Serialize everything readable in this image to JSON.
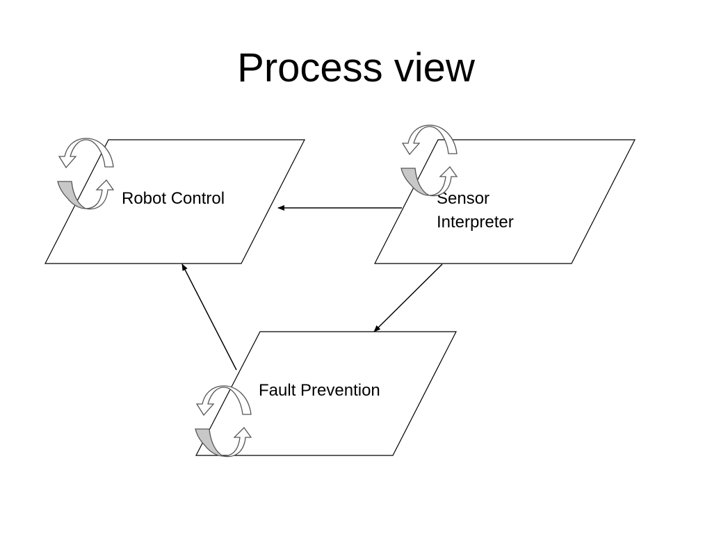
{
  "slide": {
    "title": "Process view"
  },
  "diagram": {
    "nodes": [
      {
        "id": "robot-control",
        "label_lines": [
          "Robot Control"
        ],
        "icon": "cycle-icon"
      },
      {
        "id": "sensor-interpreter",
        "label_lines": [
          "Sensor",
          "Interpreter"
        ],
        "icon": "cycle-icon"
      },
      {
        "id": "fault-prevention",
        "label_lines": [
          "Fault Prevention"
        ],
        "icon": "cycle-icon"
      }
    ],
    "edges": [
      {
        "from": "sensor-interpreter",
        "to": "robot-control"
      },
      {
        "from": "sensor-interpreter",
        "to": "fault-prevention"
      },
      {
        "from": "fault-prevention",
        "to": "robot-control"
      }
    ],
    "colors": {
      "stroke": "#000000",
      "arrow_fill_shaded": "#c8c8c8",
      "arrow_fill_light": "#ffffff"
    }
  }
}
